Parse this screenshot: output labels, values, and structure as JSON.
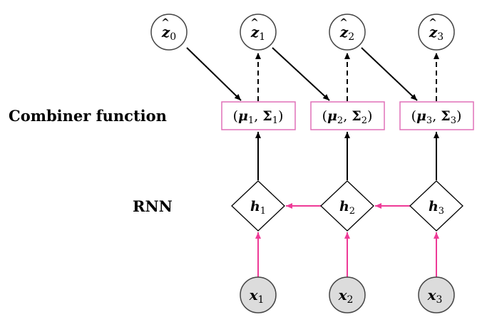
{
  "labels": {
    "combiner": "Combiner function",
    "rnn": "RNN"
  },
  "nodes": {
    "z": [
      {
        "sym": "z",
        "sub": "0",
        "hat": "^"
      },
      {
        "sym": "z",
        "sub": "1",
        "hat": "^"
      },
      {
        "sym": "z",
        "sub": "2",
        "hat": "^"
      },
      {
        "sym": "z",
        "sub": "3",
        "hat": "^"
      }
    ],
    "combiner": [
      {
        "open": "(",
        "mu": "μ",
        "mu_sub": "1",
        "comma": ", ",
        "sigma": "Σ",
        "sigma_sub": "1",
        "close": ")"
      },
      {
        "open": "(",
        "mu": "μ",
        "mu_sub": "2",
        "comma": ", ",
        "sigma": "Σ",
        "sigma_sub": "2",
        "close": ")"
      },
      {
        "open": "(",
        "mu": "μ",
        "mu_sub": "3",
        "comma": ", ",
        "sigma": "Σ",
        "sigma_sub": "3",
        "close": ")"
      }
    ],
    "h": [
      {
        "sym": "h",
        "sub": "1"
      },
      {
        "sym": "h",
        "sub": "2"
      },
      {
        "sym": "h",
        "sub": "3"
      }
    ],
    "x": [
      {
        "sym": "x",
        "sub": "1"
      },
      {
        "sym": "x",
        "sub": "2"
      },
      {
        "sym": "x",
        "sub": "3"
      }
    ]
  },
  "colors": {
    "pink": "#ee3a97",
    "box_border": "#e070b8",
    "observed_fill": "#dcdcdc",
    "stroke": "#000000",
    "node_stroke": "#444444"
  }
}
